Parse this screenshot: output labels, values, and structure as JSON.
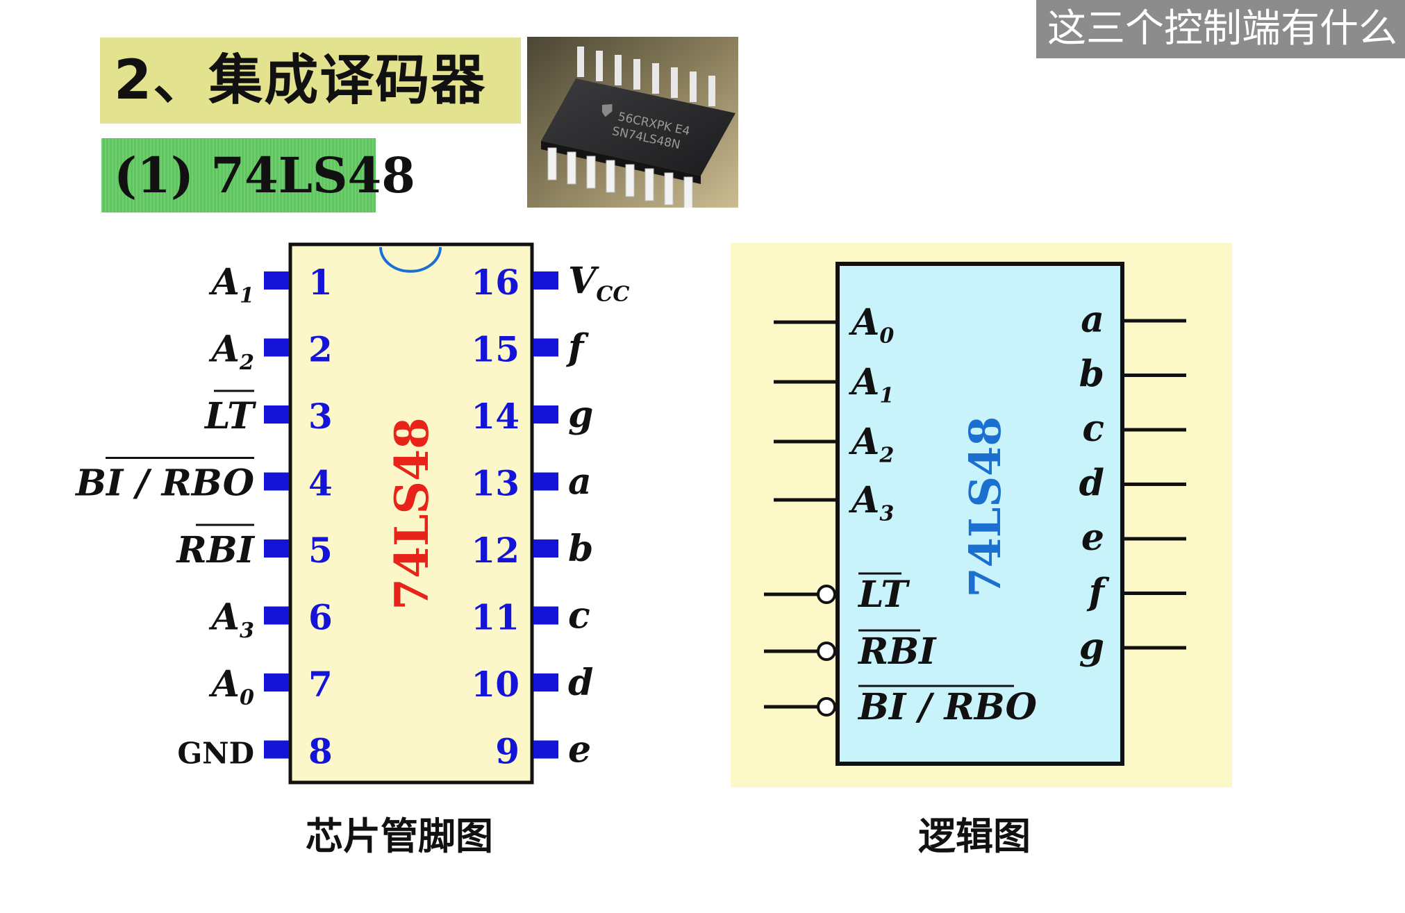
{
  "slide": {
    "title": "2、集成译码器",
    "subtitle": "(1) 74LS48",
    "overlay_caption": "这三个控制端有什么",
    "chip_photo": {
      "line1": "56CRXPK E4",
      "line2": "SN74LS48N"
    }
  },
  "pinout": {
    "chip_label": "74LS48",
    "caption": "芯片管脚图",
    "left_pins": [
      {
        "number": "1",
        "name": "A",
        "sub": "1",
        "overline": false
      },
      {
        "number": "2",
        "name": "A",
        "sub": "2",
        "overline": false
      },
      {
        "number": "3",
        "name": "LT",
        "sub": "",
        "overline": true
      },
      {
        "number": "4",
        "name": "BI / RBO",
        "sub": "",
        "overline": true
      },
      {
        "number": "5",
        "name": "RBI",
        "sub": "",
        "overline": true
      },
      {
        "number": "6",
        "name": "A",
        "sub": "3",
        "overline": false
      },
      {
        "number": "7",
        "name": "A",
        "sub": "0",
        "overline": false
      },
      {
        "number": "8",
        "name": "GND",
        "sub": "",
        "overline": false
      }
    ],
    "right_pins": [
      {
        "number": "16",
        "name": "V",
        "sub": "CC"
      },
      {
        "number": "15",
        "name": "f",
        "sub": ""
      },
      {
        "number": "14",
        "name": "g",
        "sub": ""
      },
      {
        "number": "13",
        "name": "a",
        "sub": ""
      },
      {
        "number": "12",
        "name": "b",
        "sub": ""
      },
      {
        "number": "11",
        "name": "c",
        "sub": ""
      },
      {
        "number": "10",
        "name": "d",
        "sub": ""
      },
      {
        "number": "9",
        "name": "e",
        "sub": ""
      }
    ]
  },
  "logic": {
    "chip_label": "74LS48",
    "caption": "逻辑图",
    "inputs": [
      {
        "name": "A",
        "sub": "0",
        "overline": false,
        "bubble": false
      },
      {
        "name": "A",
        "sub": "1",
        "overline": false,
        "bubble": false
      },
      {
        "name": "A",
        "sub": "2",
        "overline": false,
        "bubble": false
      },
      {
        "name": "A",
        "sub": "3",
        "overline": false,
        "bubble": false
      },
      {
        "name": "LT",
        "sub": "",
        "overline": true,
        "bubble": true
      },
      {
        "name": "RBI",
        "sub": "",
        "overline": true,
        "bubble": true
      },
      {
        "name": "BI / RBO",
        "sub": "",
        "overline": true,
        "bubble": true
      }
    ],
    "outputs": [
      "a",
      "b",
      "c",
      "d",
      "e",
      "f",
      "g"
    ]
  },
  "colors": {
    "title_band": "#e3e28e",
    "subtitle_band": "#5fc55f",
    "chip_body": "#fcf7c8",
    "pin_number": "#1414d8",
    "pin_stub": "#1414d8",
    "pinout_chip_label": "#e8231a",
    "logic_panel": "#fdf8c8",
    "logic_body": "#c9f3fb",
    "logic_chip_label": "#1a6fd0",
    "notch": "#1a6fd0",
    "overlay": "#8c8c8c"
  }
}
